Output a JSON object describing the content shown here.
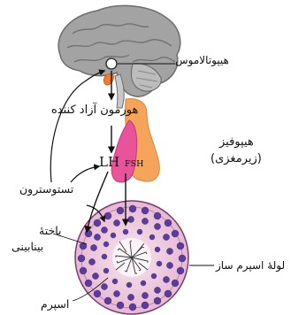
{
  "labels": {
    "hypothalamus": "هیپوتالاموس",
    "releasing_hormone": "هورمون آزاد کننده",
    "pituitary_line1": "هیپوفیز",
    "pituitary_line2": "(زیرمغزی)",
    "testosterone": "تستوسترون",
    "sertoli_line1": "یاختهٔ",
    "sertoli_line2": "بینابینی",
    "seminiferous_tubule": "لولهٔ اسپرم ساز",
    "sperm": "اسپرم",
    "lh": "LH",
    "fsh": "FSH"
  },
  "colors": {
    "brain_gray": "#9a9a9a",
    "pituitary_orange": "#f5a45a",
    "pituitary_pink": "#e8549a",
    "tubule_pink": "#e8b4d4",
    "cell_purple": "#5a3d9a",
    "arrow": "#111111"
  }
}
